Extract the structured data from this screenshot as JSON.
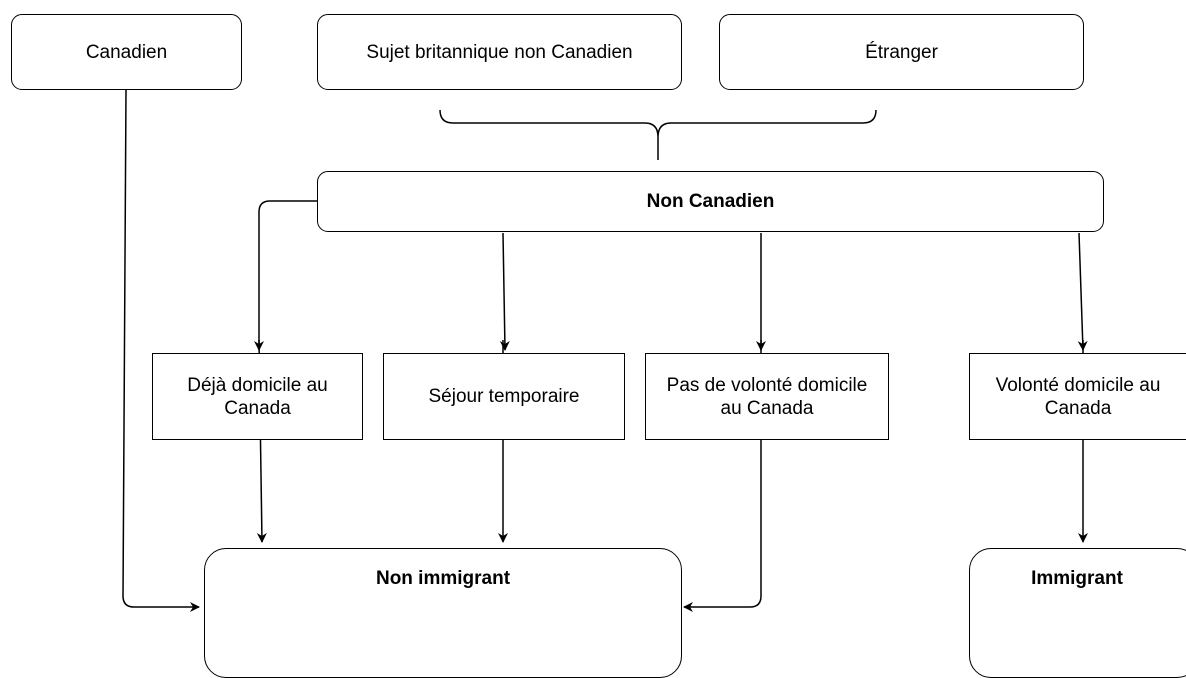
{
  "diagram": {
    "nodes": {
      "canadien": "Canadien",
      "sujet_britannique": "Sujet britannique non Canadien",
      "etranger": "Étranger",
      "non_canadien": "Non Canadien",
      "deja_domicile": "Déjà domicile au Canada",
      "sejour_temporaire": "Séjour temporaire",
      "pas_de_volonte": "Pas de volonté domicile au Canada",
      "volonte_domicile": "Volonté domicile au Canada",
      "non_immigrant": "Non immigrant",
      "immigrant": "Immigrant"
    },
    "edges": [
      {
        "from": "Canadien",
        "to": "Non immigrant"
      },
      {
        "from": "Sujet britannique non Canadien",
        "to": "Non Canadien"
      },
      {
        "from": "Étranger",
        "to": "Non Canadien"
      },
      {
        "from": "Non Canadien",
        "to": "Déjà domicile au Canada"
      },
      {
        "from": "Non Canadien",
        "to": "Séjour temporaire"
      },
      {
        "from": "Non Canadien",
        "to": "Pas de volonté domicile au Canada"
      },
      {
        "from": "Non Canadien",
        "to": "Volonté domicile au Canada"
      },
      {
        "from": "Déjà domicile au Canada",
        "to": "Non immigrant"
      },
      {
        "from": "Séjour temporaire",
        "to": "Non immigrant"
      },
      {
        "from": "Pas de volonté domicile au Canada",
        "to": "Non immigrant"
      },
      {
        "from": "Volonté domicile au Canada",
        "to": "Immigrant"
      }
    ],
    "colors": {
      "stroke": "#000000",
      "background": "#ffffff",
      "text": "#000000"
    }
  }
}
